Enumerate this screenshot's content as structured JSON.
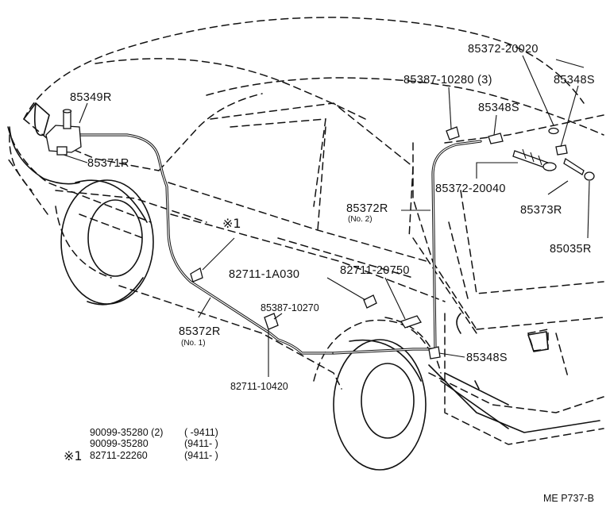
{
  "labels": {
    "p85349R": "85349R",
    "p85371R": "85371R",
    "p85387_10280": "85387-10280 (3)",
    "p85372_20020": "85372-20020",
    "p85348S_top_right": "85348S",
    "p85348S_mid": "85348S",
    "p85372_20040": "85372-20040",
    "p85373R": "85373R",
    "p85035R": "85035R",
    "p85372R_no2": "85372R",
    "p85372R_no2_sub": "(No. 2)",
    "ref_mark_1": "※1",
    "p82711_1A030": "82711-1A030",
    "p82711_20750": "82711-20750",
    "p85387_10270": "85387-10270",
    "p85372R_no1": "85372R",
    "p85372R_no1_sub": "(No. 1)",
    "p85348S_bottom": "85348S",
    "p82711_10420": "82711-10420"
  },
  "parts_table": [
    {
      "mark": "",
      "part": "90099-35280 (2)",
      "range": "(       -9411)"
    },
    {
      "mark": "",
      "part": "90099-35280",
      "range": "(9411-         )"
    },
    {
      "mark": "※1",
      "part": "82711-22260",
      "range": "(9411-         )"
    }
  ],
  "footer": {
    "code": "ME P737-B"
  }
}
